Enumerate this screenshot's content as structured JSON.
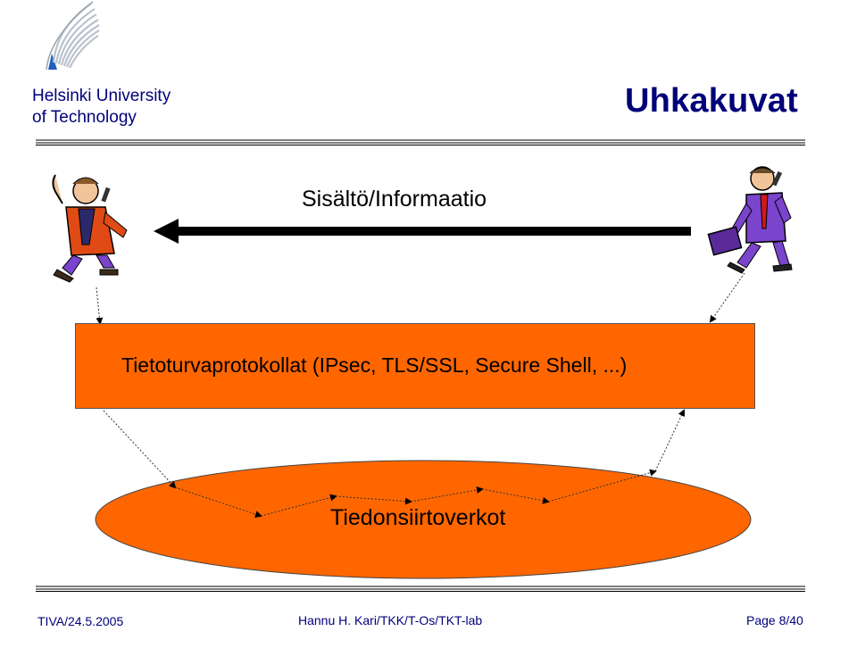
{
  "header": {
    "university_line1": "Helsinki University",
    "university_line2": "of Technology",
    "slide_title": "Uhkakuvat"
  },
  "diagram": {
    "content_label": "Sisältö/Informaatio",
    "protocol_layer_label": "Tietoturvaprotokollat (IPsec, TLS/SSL, Secure Shell, ...)",
    "network_label": "Tiedonsiirtoverkot"
  },
  "footer": {
    "date": "TIVA/24.5.2005",
    "author": "Hannu H. Kari/TKK/T-Os/TKT-lab",
    "page": "Page 8/40"
  },
  "colors": {
    "accent_orange": "#ff6600",
    "title_navy": "#00007a",
    "suit_purple": "#7a44cc",
    "jacket_red": "#e04a14"
  },
  "icons": [
    "university-logo-icon",
    "receiver-person-icon",
    "sender-person-icon",
    "content-arrow-icon"
  ]
}
